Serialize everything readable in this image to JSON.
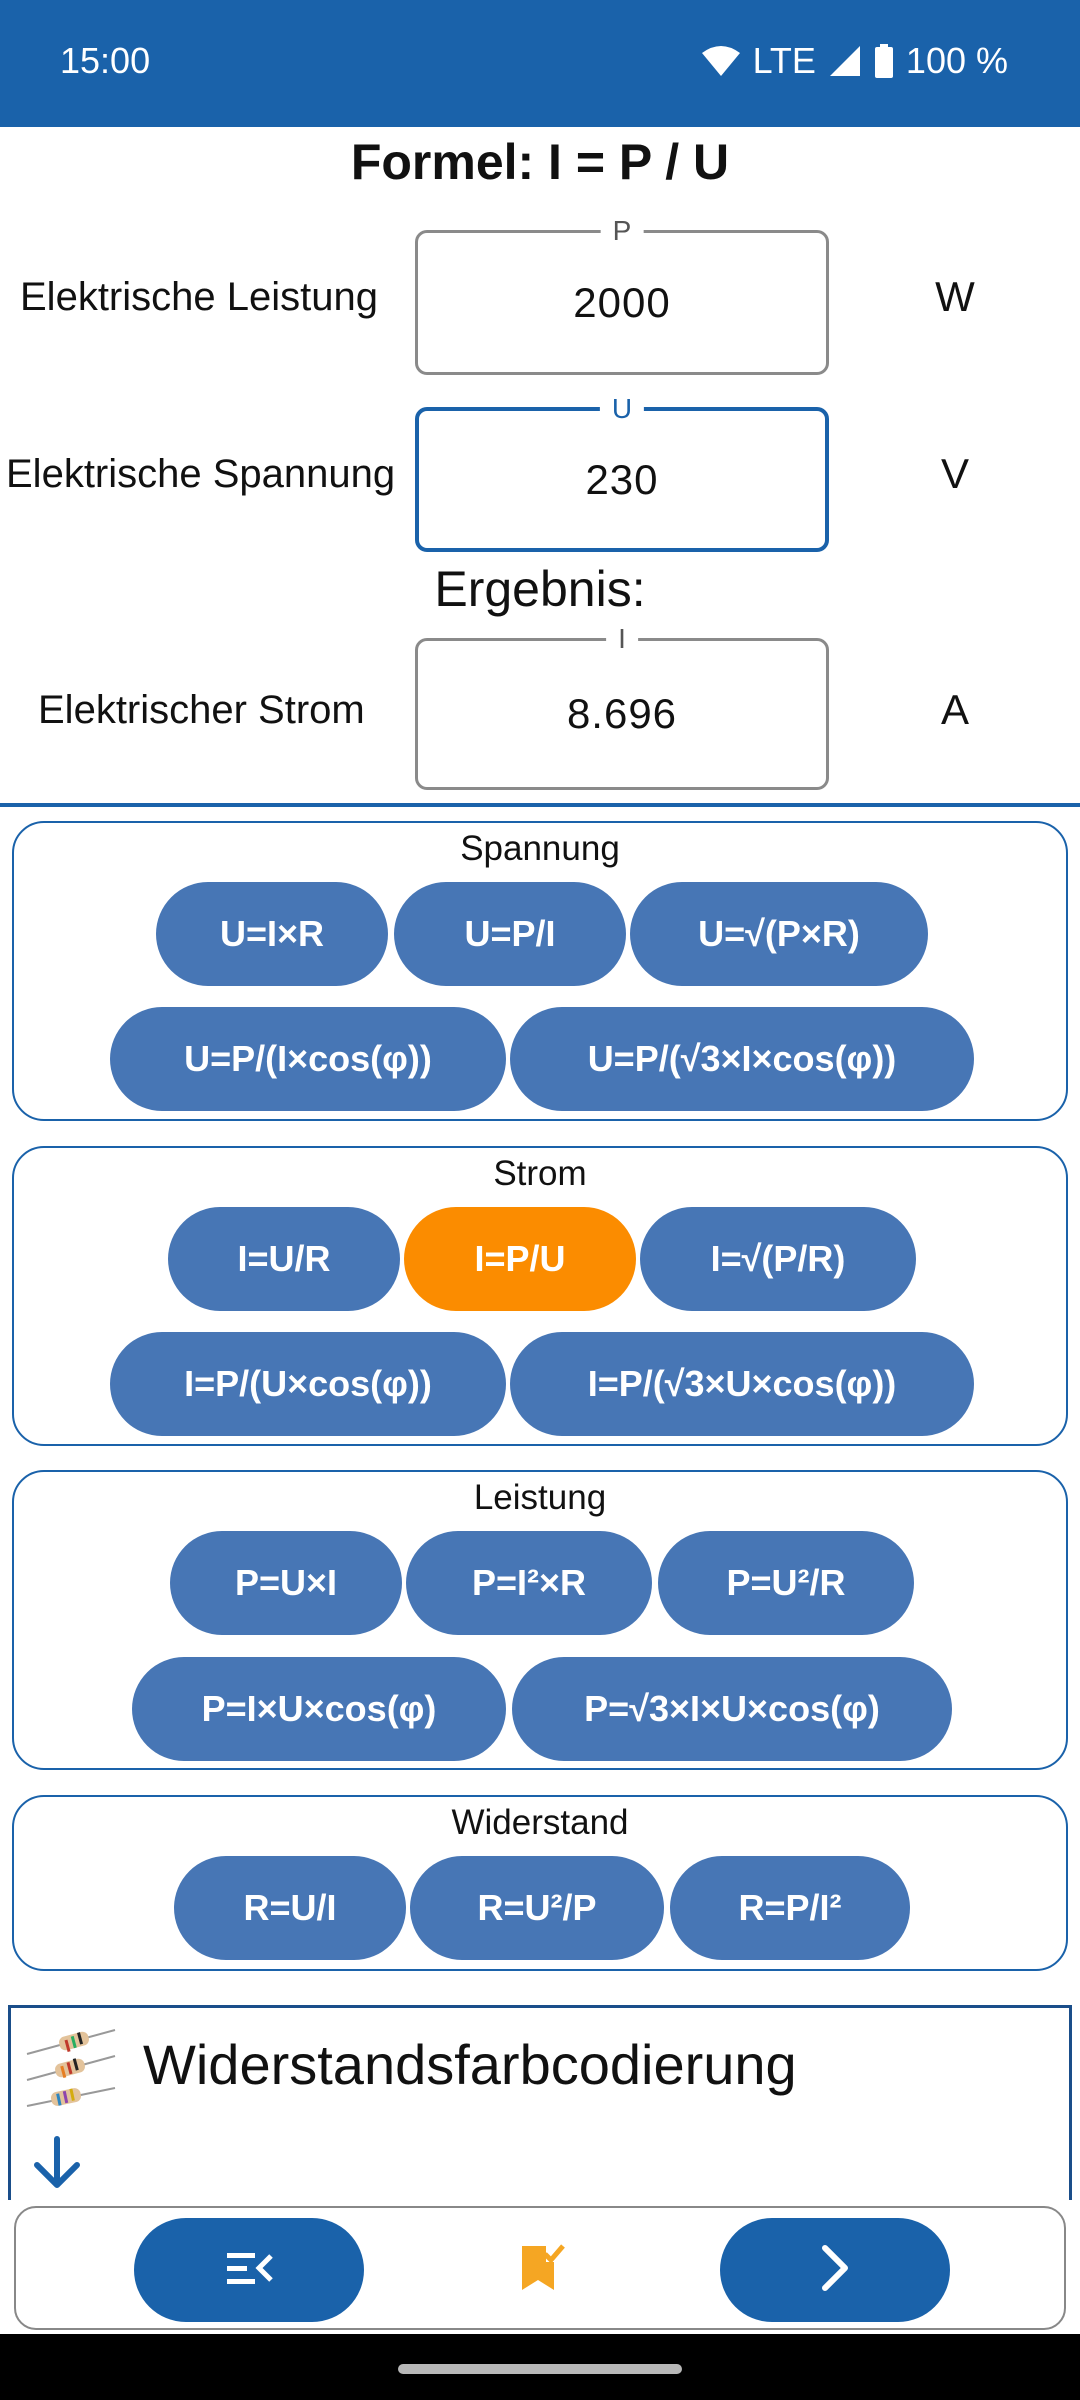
{
  "status_bar": {
    "time": "15:00",
    "network": "LTE",
    "battery": "100 %"
  },
  "formula_title": "Formel: I = P / U",
  "inputs": [
    {
      "label": "Elektrische Leistung",
      "symbol": "P",
      "value": "2000",
      "unit": "W",
      "focused": false
    },
    {
      "label": "Elektrische Spannung",
      "symbol": "U",
      "value": "230",
      "unit": "V",
      "focused": true
    }
  ],
  "result_heading": "Ergebnis:",
  "result": {
    "label": "Elektrischer Strom",
    "symbol": "I",
    "value": "8.696",
    "unit": "A"
  },
  "groups": [
    {
      "title": "Spannung",
      "rows": [
        [
          "U=I×R",
          "U=P/I",
          "U=√(P×R)"
        ],
        [
          "U=P/(I×cos(φ))",
          "U=P/(√3×I×cos(φ))"
        ]
      ]
    },
    {
      "title": "Strom",
      "rows": [
        [
          "I=U/R",
          "I=P/U",
          "I=√(P/R)"
        ],
        [
          "I=P/(U×cos(φ))",
          "I=P/(√3×U×cos(φ))"
        ]
      ],
      "active": "I=P/U"
    },
    {
      "title": "Leistung",
      "rows": [
        [
          "P=U×I",
          "P=I²×R",
          "P=U²/R"
        ],
        [
          "P=I×U×cos(φ)",
          "P=√3×I×U×cos(φ)"
        ]
      ]
    },
    {
      "title": "Widerstand",
      "rows": [
        [
          "R=U/I",
          "R=U²/P",
          "R=P/I²"
        ]
      ]
    }
  ],
  "color_coding_card": {
    "title": "Widerstandsfarbcodierung",
    "icon": "resistor-icon",
    "expand_icon": "arrow-down-icon"
  },
  "bottom_bar": {
    "menu_icon": "menu-collapse-icon",
    "bookmark_icon": "bookmark-check-icon",
    "next_icon": "chevron-right-icon"
  },
  "colors": {
    "primary": "#1a62aa",
    "pill": "#4776b5",
    "active": "#fb8c00",
    "bookmark": "#f5a623"
  }
}
